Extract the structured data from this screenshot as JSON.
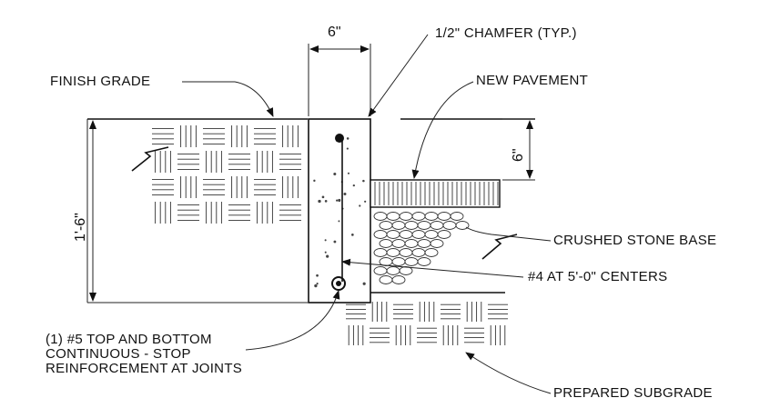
{
  "dimensions": {
    "width_dim": "6\"",
    "pavement_depth_dim": "6\"",
    "curb_height_dim": "1'-6\""
  },
  "labels": {
    "chamfer": "1/2\" CHAMFER (TYP.)",
    "finish_grade": "FINISH GRADE",
    "new_pavement": "NEW PAVEMENT",
    "crushed_stone_base": "CRUSHED STONE BASE",
    "rebar_centers": "#4 AT 5'-0\" CENTERS",
    "reinforcement_line1": "(1) #5 TOP AND BOTTOM",
    "reinforcement_line2": "CONTINUOUS - STOP",
    "reinforcement_line3": "REINFORCEMENT AT JOINTS",
    "prepared_subgrade": "PREPARED SUBGRADE"
  }
}
